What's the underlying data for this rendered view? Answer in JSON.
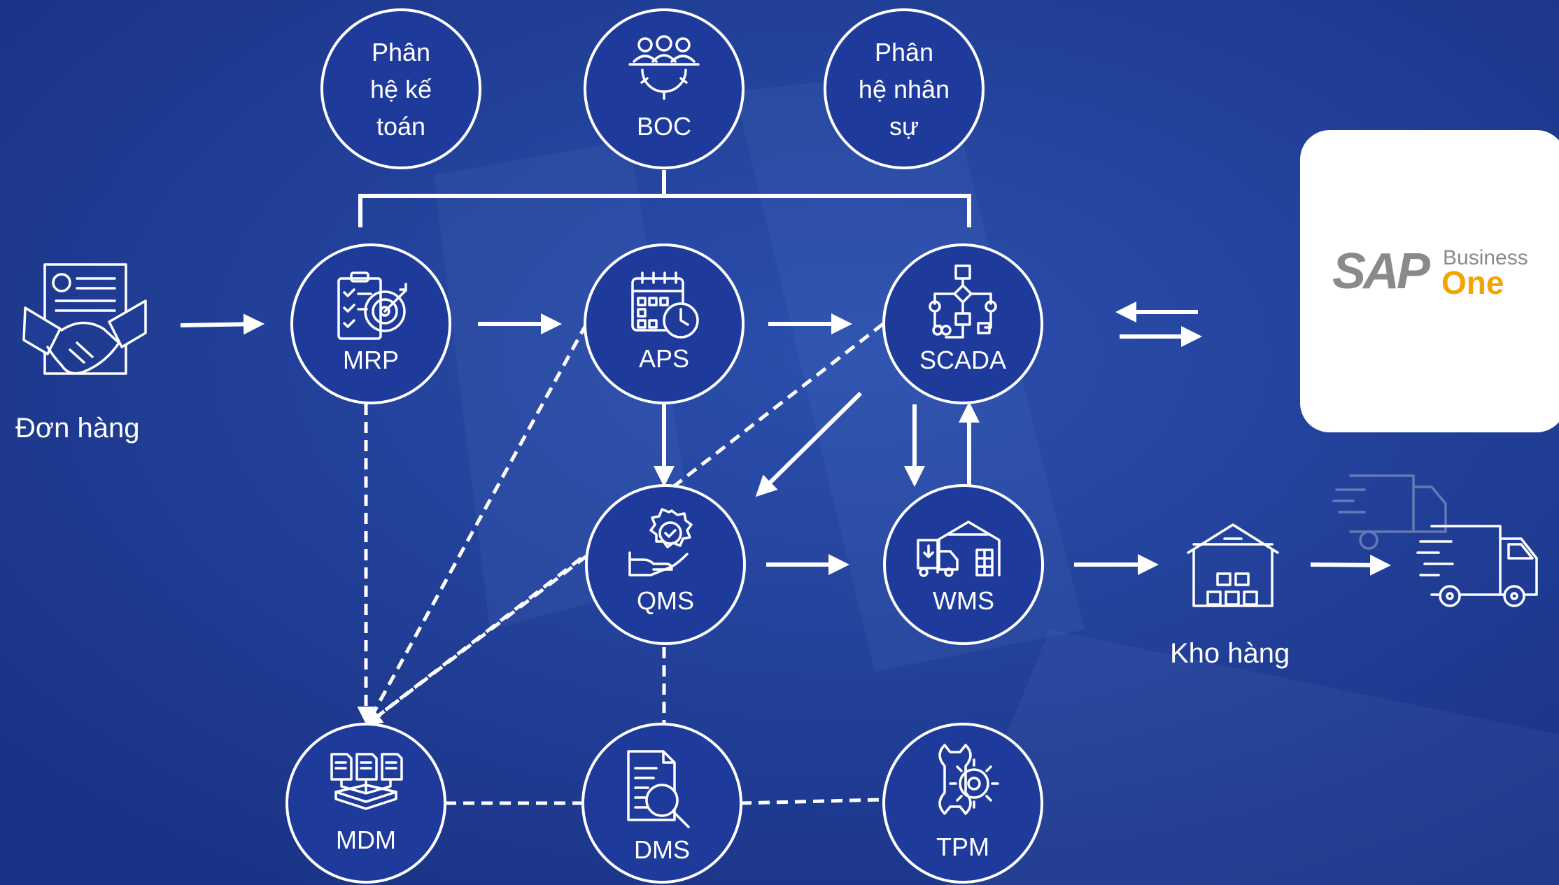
{
  "colors": {
    "background": "#1f3d96",
    "node_fill": "#1e3a9a",
    "stroke": "#ffffff",
    "sap_gray": "#8a8a8a",
    "sap_orange": "#f2a400"
  },
  "nodes": {
    "ke_toan": {
      "line1": "Phân",
      "line2": "hệ kế",
      "line3": "toán"
    },
    "boc": {
      "label": "BOC",
      "icon": "team-gear-icon"
    },
    "nhan_su": {
      "line1": "Phân",
      "line2": "hệ nhân",
      "line3": "sự"
    },
    "mrp": {
      "label": "MRP",
      "icon": "checklist-target-icon"
    },
    "aps": {
      "label": "APS",
      "icon": "calendar-clock-icon"
    },
    "scada": {
      "label": "SCADA",
      "icon": "control-flow-icon"
    },
    "qms": {
      "label": "QMS",
      "icon": "quality-hand-icon"
    },
    "wms": {
      "label": "WMS",
      "icon": "warehouse-truck-icon"
    },
    "mdm": {
      "label": "MDM",
      "icon": "documents-merge-icon"
    },
    "dms": {
      "label": "DMS",
      "icon": "document-search-icon"
    },
    "tpm": {
      "label": "TPM",
      "icon": "wrench-gear-icon"
    }
  },
  "order": {
    "label": "Đơn hàng",
    "icon": "handshake-contract-icon"
  },
  "warehouse": {
    "label": "Kho hàng",
    "icon": "warehouse-icon"
  },
  "delivery": {
    "icon": "delivery-truck-icon"
  },
  "sap": {
    "brand": "SAP",
    "line1": "Business",
    "line2": "One"
  }
}
